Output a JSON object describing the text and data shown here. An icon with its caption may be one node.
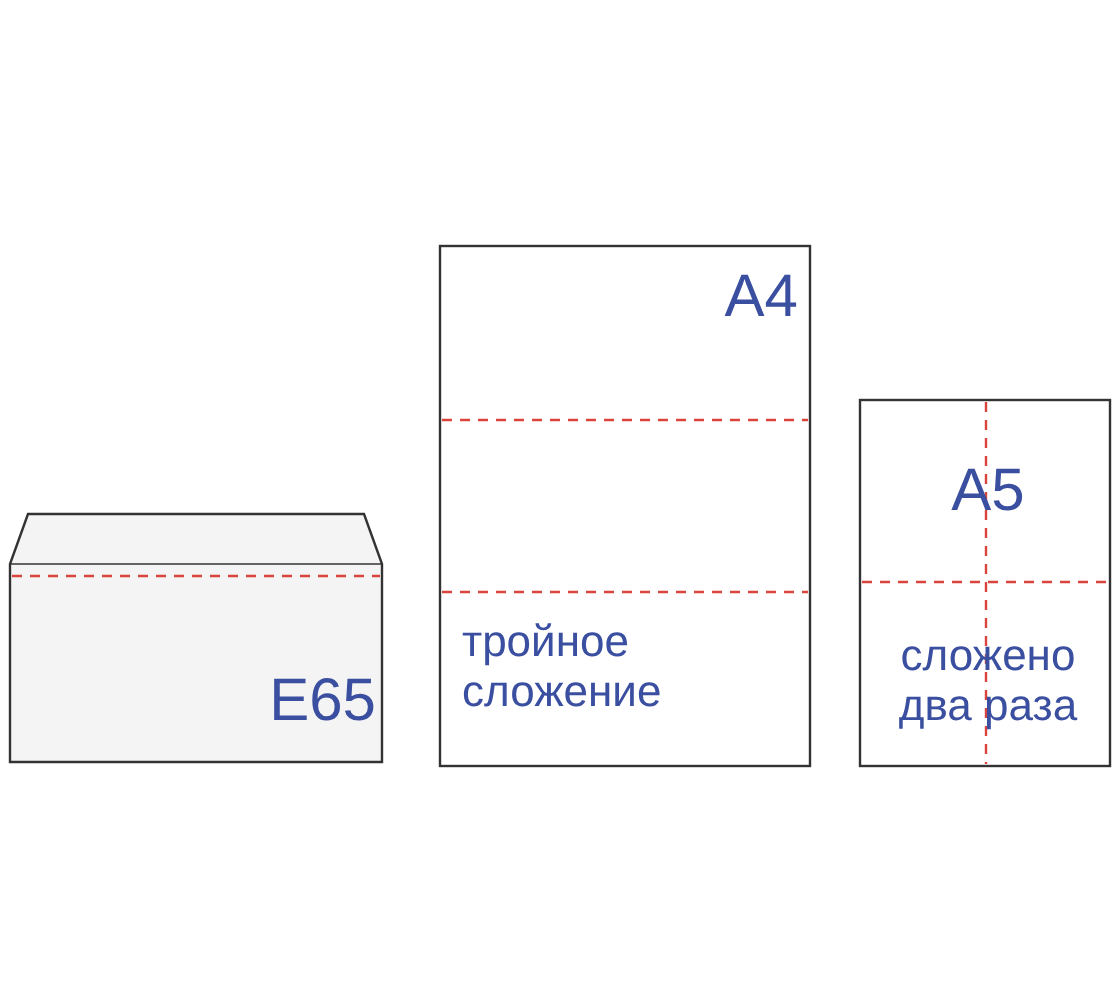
{
  "diagram": {
    "nodes": [
      {
        "text": [
          "E65"
        ]
      },
      {
        "text": [
          "A4",
          "тройное сложение"
        ]
      },
      {
        "text": [
          "A5",
          "сложено два раза"
        ]
      }
    ]
  }
}
